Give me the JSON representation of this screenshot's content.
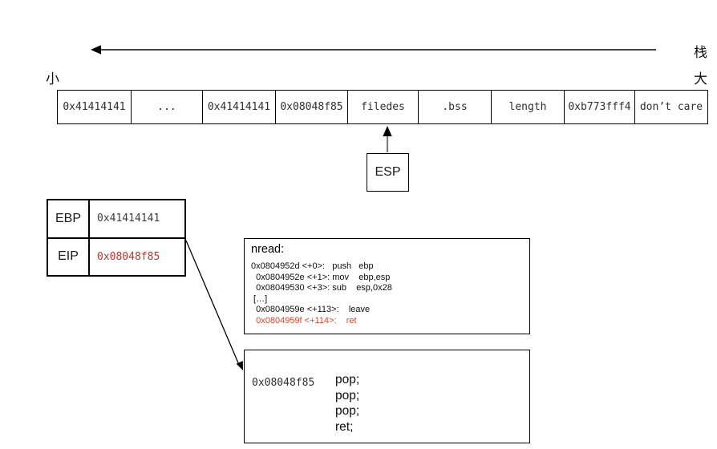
{
  "labels": {
    "direction_small": "小",
    "direction_big": "大",
    "stack": "栈"
  },
  "memory": {
    "cells": [
      "0x41414141",
      "...",
      "0x41414141",
      "0x08048f85",
      "filedes",
      ".bss",
      "length",
      "0xb773fff4",
      "don’t care"
    ]
  },
  "esp": {
    "label": "ESP"
  },
  "registers": [
    {
      "name": "EBP",
      "value": "0x41414141"
    },
    {
      "name": "EIP",
      "value": "0x08048f85"
    }
  ],
  "nread": {
    "title": "nread:",
    "lines": [
      {
        "text": "0x0804952d <+0>:   push   ebp"
      },
      {
        "text": "  0x0804952e <+1>: mov    ebp,esp"
      },
      {
        "text": "  0x08049530 <+3>: sub    esp,0x28"
      },
      {
        "text": " […]"
      },
      {
        "text": "  0x0804959e <+113>:    leave"
      },
      {
        "text": "  0x0804959f <+114>:    ret"
      }
    ]
  },
  "gadget": {
    "address": "0x08048f85",
    "instructions": [
      "pop;",
      "pop;",
      "pop;",
      "ret;"
    ]
  },
  "colors": {
    "eip_red": "#c4322b",
    "ret_red": "#e8432c",
    "value_gray": "#3d3d3d",
    "arrow_gray": "#7f7f7f"
  }
}
